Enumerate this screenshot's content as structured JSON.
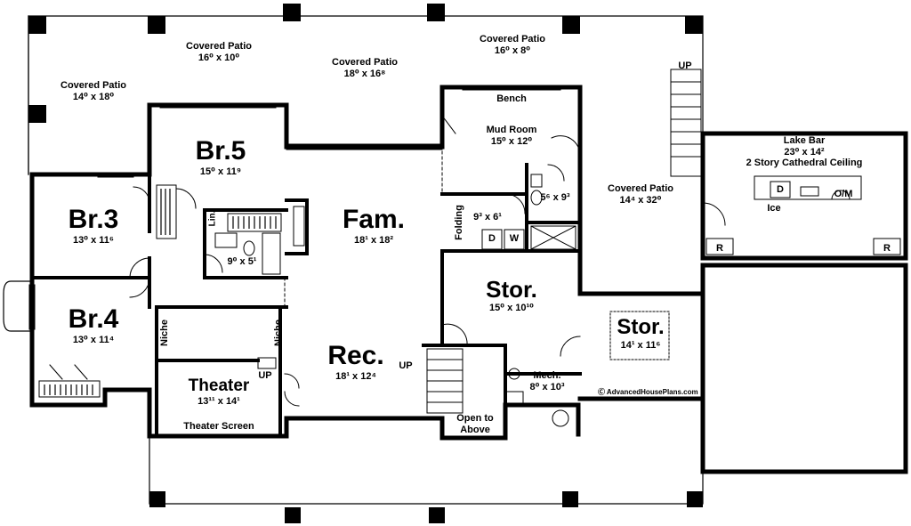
{
  "rooms": {
    "patio_far_left": {
      "name": "Covered Patio",
      "dim": "14⁰ x 18⁰"
    },
    "patio_left": {
      "name": "Covered Patio",
      "dim": "16⁰ x 10⁰"
    },
    "patio_center": {
      "name": "Covered Patio",
      "dim": "18⁰ x 16⁸"
    },
    "patio_right": {
      "name": "Covered Patio",
      "dim": "16⁰ x 8⁰"
    },
    "patio_side": {
      "name": "Covered Patio",
      "dim": "14⁴ x 32⁰"
    },
    "br5": {
      "name": "Br.5",
      "dim": "15⁰ x 11⁹"
    },
    "br3": {
      "name": "Br.3",
      "dim": "13⁰ x 11⁶"
    },
    "br4": {
      "name": "Br.4",
      "dim": "13⁰ x 11⁴"
    },
    "fam": {
      "name": "Fam.",
      "dim": "18¹ x 18²"
    },
    "rec": {
      "name": "Rec.",
      "dim": "18¹ x 12⁴"
    },
    "theater": {
      "name": "Theater",
      "dim": "13¹¹ x 14¹"
    },
    "mud": {
      "name": "Mud Room",
      "dim": "15⁰ x 12⁰"
    },
    "stor_main": {
      "name": "Stor.",
      "dim": "15⁰ x 10¹⁰"
    },
    "stor_side": {
      "name": "Stor.",
      "dim": "14¹ x 11⁶"
    },
    "mech": {
      "name": "Mech.",
      "dim": "8⁰ x 10³"
    },
    "bath_small": {
      "dim": "9⁰ x 5¹"
    },
    "bath_mud": {
      "dim": "5⁶ x 9³"
    },
    "laundry": {
      "dim": "9³ x 6¹"
    },
    "lake_bar": {
      "name": "Lake Bar",
      "dim": "23⁰ x 14²",
      "note": "2 Story Cathedral Ceiling"
    }
  },
  "labels": {
    "bench": "Bench",
    "lin": "Lin.",
    "folding": "Folding",
    "washer": "W",
    "dryer": "D",
    "niche_left": "Niche",
    "niche_right": "Niche",
    "theater_screen": "Theater Screen",
    "up_theater": "UP",
    "up_rec": "UP",
    "up_stair": "UP",
    "open_to_above": "Open to Above",
    "bar_d": "D",
    "bar_om": "O/M",
    "ice": "Ice",
    "fridge_left": "R",
    "fridge_right": "R",
    "watermark": "Ⓒ AdvancedHousePlans.com"
  }
}
